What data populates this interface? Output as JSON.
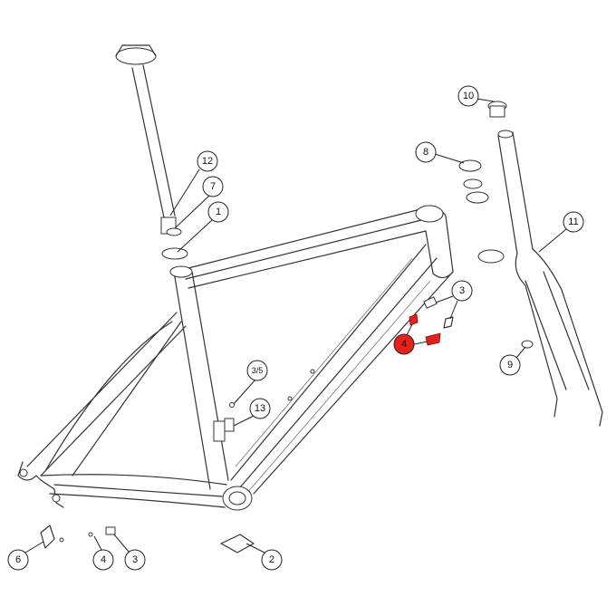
{
  "diagram": {
    "highlight_color": "#e8201c",
    "callouts": [
      {
        "id": "c10",
        "label": "10"
      },
      {
        "id": "c12",
        "label": "12"
      },
      {
        "id": "c8",
        "label": "8"
      },
      {
        "id": "c7",
        "label": "7"
      },
      {
        "id": "c1",
        "label": "1"
      },
      {
        "id": "c11",
        "label": "11"
      },
      {
        "id": "c3a",
        "label": "3"
      },
      {
        "id": "c4a",
        "label": "4",
        "highlighted": true
      },
      {
        "id": "c9",
        "label": "9"
      },
      {
        "id": "c35",
        "label": "3/5"
      },
      {
        "id": "c13",
        "label": "13"
      },
      {
        "id": "c6",
        "label": "6"
      },
      {
        "id": "c4b",
        "label": "4"
      },
      {
        "id": "c3b",
        "label": "3"
      },
      {
        "id": "c2",
        "label": "2"
      }
    ]
  }
}
